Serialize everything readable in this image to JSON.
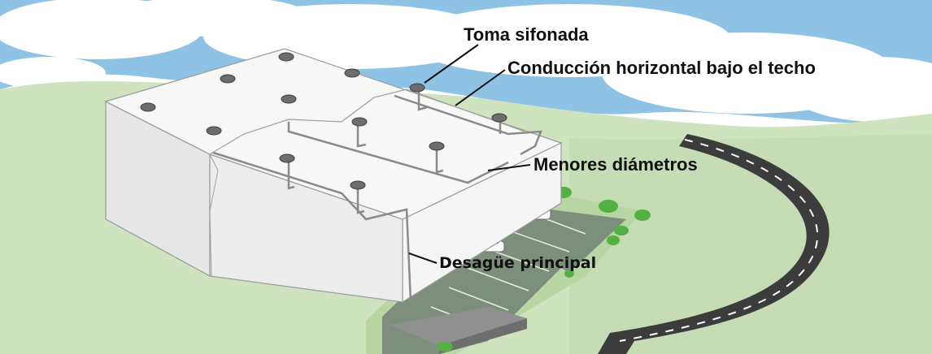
{
  "labels": {
    "toma_sifonada": "Toma sifonada",
    "conduccion_horizontal": "Conducción horizontal bajo el techo",
    "menores_diametros": "Menores diámetros",
    "desague_principal": "Desagüe principal"
  },
  "colors": {
    "sky": "#8fc3e6",
    "cloud": "#ffffff",
    "grass": "#cfe3bf",
    "grass_dark": "#a9cc93",
    "building_roof": "#f2f2f2",
    "building_wall": "#e3e3e3",
    "pipe": "#8a8a8a",
    "road": "#3c3c3c",
    "parking": "#7d8f7c",
    "tree": "#53b043",
    "label_text": "#111111"
  },
  "icons": [
    "roof-drain-icon",
    "car-icon",
    "tree-icon",
    "road-icon"
  ]
}
